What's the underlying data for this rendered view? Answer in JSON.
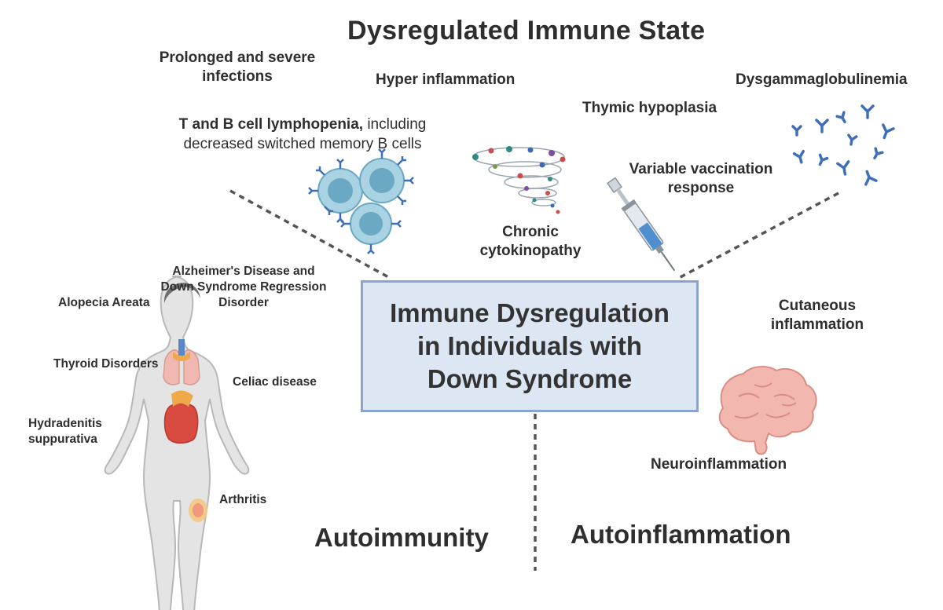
{
  "title": "Dysregulated Immune State",
  "center": {
    "line1": "Immune Dysregulation",
    "line2": "in Individuals with",
    "line3": "Down Syndrome"
  },
  "immune_state": {
    "infections_line1": "Prolonged and severe",
    "infections_line2": "infections",
    "hyper_inflammation": "Hyper inflammation",
    "dysgammaglobulinemia": "Dysgammaglobulinemia",
    "thymic_hypoplasia": "Thymic hypoplasia",
    "lymphopenia_bold": "T and B cell lymphopenia,",
    "lymphopenia_rest": " including",
    "lymphopenia_line2": "decreased switched memory B cells",
    "vaccination_line1": "Variable vaccination",
    "vaccination_line2": "response",
    "cytokinopathy_line1": "Chronic",
    "cytokinopathy_line2": "cytokinopathy"
  },
  "autoimmunity": {
    "heading": "Autoimmunity",
    "alzheimers_line1": "Alzheimer's Disease and",
    "alzheimers_line2": "Down Syndrome Regression",
    "alzheimers_line3": "Disorder",
    "alopecia": "Alopecia Areata",
    "thyroid": "Thyroid Disorders",
    "celiac": "Celiac disease",
    "hydradenitis_line1": "Hydradenitis",
    "hydradenitis_line2": "suppurativa",
    "arthritis": "Arthritis"
  },
  "autoinflammation": {
    "heading": "Autoinflammation",
    "cutaneous_line1": "Cutaneous",
    "cutaneous_line2": "inflammation",
    "neuroinflammation": "Neuroinflammation"
  },
  "icons": [
    "t-b-cell-icon",
    "cytokine-storm-icon",
    "syringe-icon",
    "antibody-icon",
    "human-body-icon",
    "brain-icon"
  ],
  "colors": {
    "box_fill": "#dde6f3",
    "box_border": "#8aa4cf",
    "cell": "#7fb7d0",
    "antibody": "#3f6fb8",
    "brain": "#f2b8b0"
  }
}
